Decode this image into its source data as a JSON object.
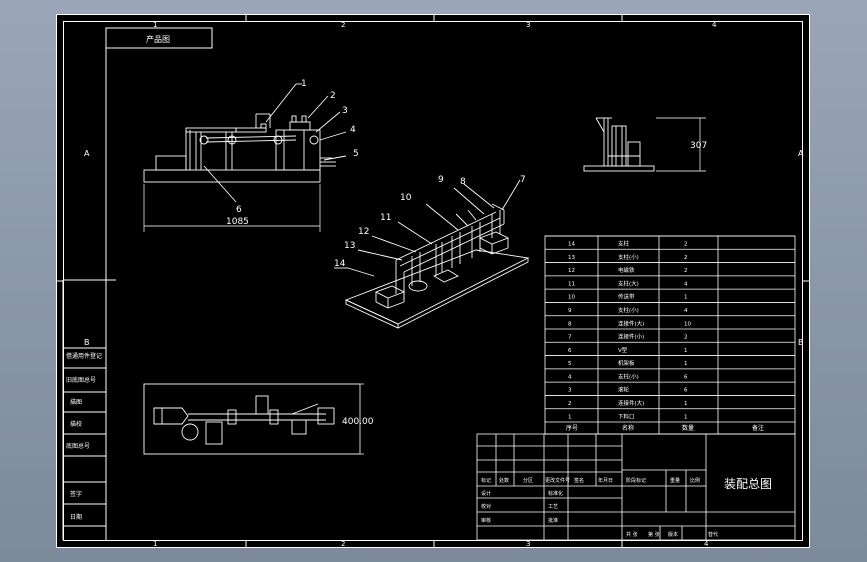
{
  "colors": {
    "background": "#8a96a8",
    "sheet": "#000000",
    "line": "#ffffff",
    "dim": "#c8c8c8"
  },
  "zone_numbers_top": [
    "1",
    "2",
    "3",
    "4"
  ],
  "zone_numbers_bottom": [
    "1",
    "2",
    "3",
    "4"
  ],
  "zone_letters_left": [
    "A",
    "B"
  ],
  "zone_letters_right": [
    "A",
    "B"
  ],
  "corner_box_label": "产品图",
  "front_view": {
    "leaders": [
      "1",
      "2",
      "3",
      "4",
      "5",
      "6"
    ],
    "dimension": "1085"
  },
  "side_view": {
    "dimension": "307"
  },
  "top_view": {
    "dimension": "400.00"
  },
  "iso_view": {
    "leaders": [
      "7",
      "8",
      "9",
      "10",
      "11",
      "12",
      "13",
      "14"
    ]
  },
  "left_strip": [
    "借通用件登记",
    "旧底图总号",
    "描图",
    "描校",
    "底图总号",
    "签字",
    "日期"
  ],
  "parts_list": {
    "rows": [
      {
        "no": "14",
        "name": "支柱",
        "qty": "2"
      },
      {
        "no": "13",
        "name": "支柱(小)",
        "qty": "2"
      },
      {
        "no": "12",
        "name": "电磁铁",
        "qty": "2"
      },
      {
        "no": "11",
        "name": "支柱(大)",
        "qty": "4"
      },
      {
        "no": "10",
        "name": "传送带",
        "qty": "1"
      },
      {
        "no": "9",
        "name": "支柱(小)",
        "qty": "4"
      },
      {
        "no": "8",
        "name": "连接件(大)",
        "qty": "10"
      },
      {
        "no": "7",
        "name": "连接件(小)",
        "qty": "2"
      },
      {
        "no": "6",
        "name": "V型",
        "qty": "1"
      },
      {
        "no": "5",
        "name": "机架板",
        "qty": "1"
      },
      {
        "no": "4",
        "name": "支柱(小)",
        "qty": "6"
      },
      {
        "no": "3",
        "name": "滚轮",
        "qty": "6"
      },
      {
        "no": "2",
        "name": "连接件(大)",
        "qty": "1"
      },
      {
        "no": "1",
        "name": "下料口",
        "qty": "1"
      }
    ],
    "header": {
      "no": "序号",
      "name": "名称",
      "qty": "数量",
      "note": "备注"
    }
  },
  "title_block": {
    "drawing_title": "装配总图",
    "row_labels": [
      "标记",
      "处数",
      "分区",
      "更改文件号",
      "签名",
      "年月日"
    ],
    "left_labels": [
      "设计",
      "校对",
      "审核"
    ],
    "mid_labels": [
      "标准化",
      "工艺",
      "批准"
    ],
    "stage_labels": [
      "阶段标记",
      "重量",
      "比例"
    ],
    "sheet_labels": [
      "共 张",
      "第 张",
      "版本",
      "替代"
    ]
  }
}
